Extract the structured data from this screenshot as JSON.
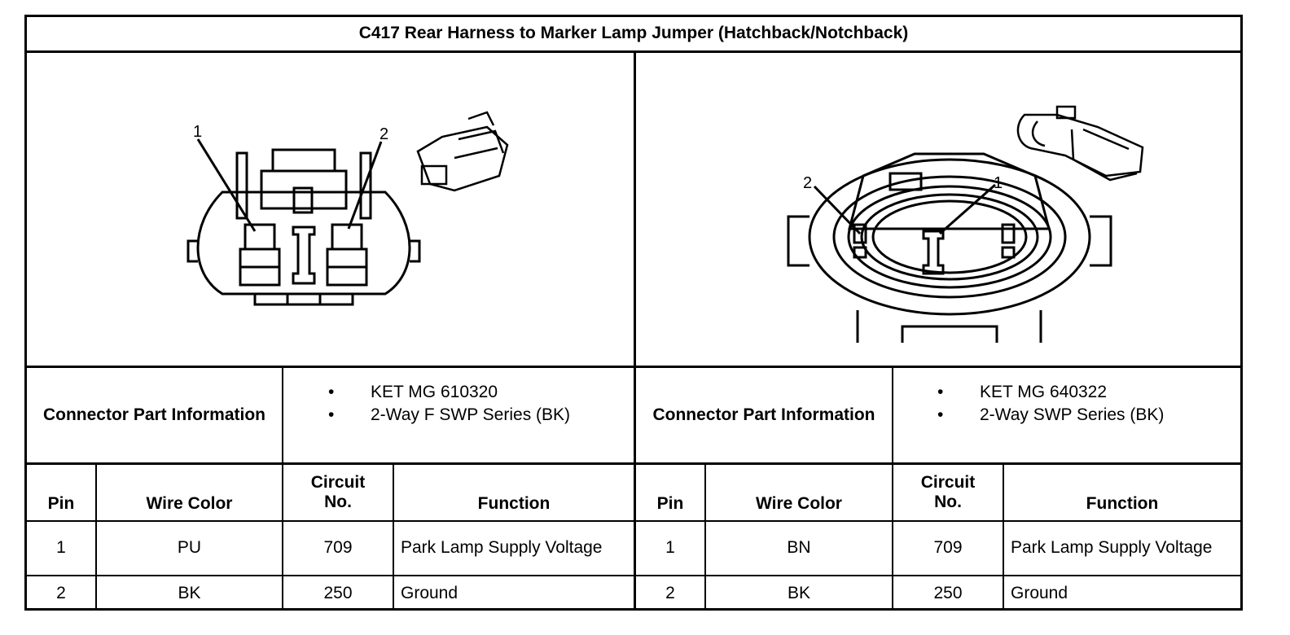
{
  "title": "C417 Rear Harness to Marker Lamp Jumper (Hatchback/Notchback)",
  "left": {
    "pin_callouts": [
      "1",
      "2"
    ],
    "part_info_label": "Connector Part Information",
    "part_info": [
      "KET MG 610320",
      "2-Way F SWP Series (BK)"
    ],
    "headers": {
      "pin": "Pin",
      "wire_color": "Wire Color",
      "circuit": "Circuit No.",
      "function": "Function"
    },
    "rows": [
      {
        "pin": "1",
        "wire_color": "PU",
        "circuit": "709",
        "function": "Park Lamp Supply Voltage"
      },
      {
        "pin": "2",
        "wire_color": "BK",
        "circuit": "250",
        "function": "Ground"
      }
    ]
  },
  "right": {
    "pin_callouts": [
      "2",
      "1"
    ],
    "part_info_label": "Connector Part Information",
    "part_info": [
      "KET MG 640322",
      "2-Way SWP Series (BK)"
    ],
    "headers": {
      "pin": "Pin",
      "wire_color": "Wire Color",
      "circuit": "Circuit No.",
      "function": "Function"
    },
    "rows": [
      {
        "pin": "1",
        "wire_color": "BN",
        "circuit": "709",
        "function": "Park Lamp Supply Voltage"
      },
      {
        "pin": "2",
        "wire_color": "BK",
        "circuit": "250",
        "function": "Ground"
      }
    ]
  },
  "bullet": "•"
}
